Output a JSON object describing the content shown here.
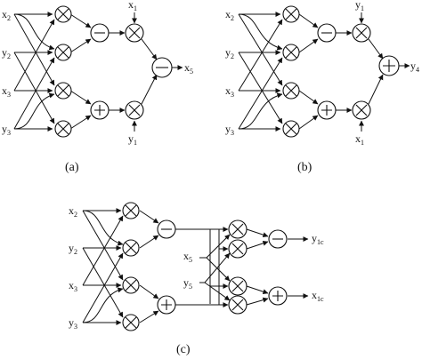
{
  "diagram_a": {
    "caption": "(a)",
    "inputs": [
      {
        "base": "x",
        "sub": "2"
      },
      {
        "base": "y",
        "sub": "2"
      },
      {
        "base": "x",
        "sub": "3"
      },
      {
        "base": "y",
        "sub": "3"
      }
    ],
    "top_input": {
      "base": "x",
      "sub": "1"
    },
    "bottom_input": {
      "base": "y",
      "sub": "1"
    },
    "output": {
      "base": "x",
      "sub": "5"
    }
  },
  "diagram_b": {
    "caption": "(b)",
    "inputs": [
      {
        "base": "x",
        "sub": "2"
      },
      {
        "base": "y",
        "sub": "2"
      },
      {
        "base": "x",
        "sub": "3"
      },
      {
        "base": "y",
        "sub": "3"
      }
    ],
    "top_input": {
      "base": "y",
      "sub": "1"
    },
    "bottom_input": {
      "base": "x",
      "sub": "1"
    },
    "output": {
      "base": "y",
      "sub": "4"
    }
  },
  "diagram_c": {
    "caption": "(c)",
    "inputs": [
      {
        "base": "x",
        "sub": "2"
      },
      {
        "base": "y",
        "sub": "2"
      },
      {
        "base": "x",
        "sub": "3"
      },
      {
        "base": "y",
        "sub": "3"
      }
    ],
    "mid_inputs": [
      {
        "base": "x",
        "sub": "5"
      },
      {
        "base": "y",
        "sub": "5"
      }
    ],
    "outputs": [
      {
        "base": "y",
        "sub": "1c"
      },
      {
        "base": "x",
        "sub": "1c"
      }
    ]
  },
  "operators": {
    "multiply": "×",
    "subtract": "−",
    "add": "+"
  }
}
